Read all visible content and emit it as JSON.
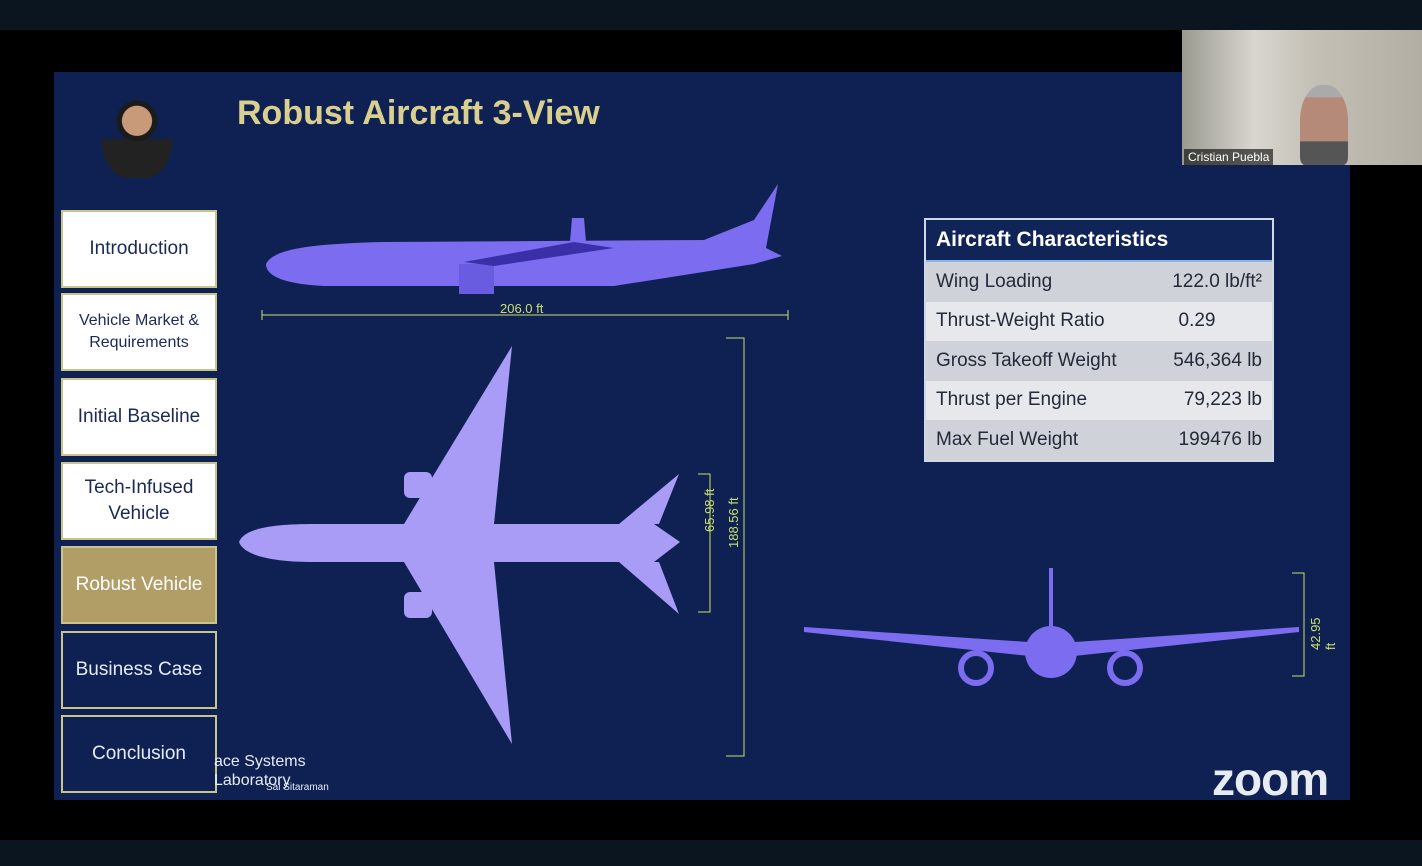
{
  "slide": {
    "title": "Robust Aircraft 3-View",
    "nav": [
      {
        "label": "Introduction"
      },
      {
        "label": "Vehicle Market & Requirements"
      },
      {
        "label": "Initial Baseline"
      },
      {
        "label": "Tech-Infused Vehicle"
      },
      {
        "label": "Robust Vehicle"
      },
      {
        "label": "Business Case"
      },
      {
        "label": "Conclusion"
      }
    ],
    "footer": {
      "lab_line1": "ace Systems",
      "lab_line2": "Laboratory",
      "presenter": "Sai Sitaraman"
    },
    "table": {
      "header": "Aircraft Characteristics",
      "rows": [
        {
          "label": "Wing Loading",
          "value": "122.0 lb/ft²"
        },
        {
          "label": "Thrust-Weight Ratio",
          "value": "0.29"
        },
        {
          "label": "Gross Takeoff Weight",
          "value": "546,364 lb"
        },
        {
          "label": "Thrust per Engine",
          "value": "79,223 lb"
        },
        {
          "label": "Max Fuel Weight",
          "value": "199476 lb"
        }
      ]
    },
    "dims": {
      "length": "206.0 ft",
      "span": "188.56 ft",
      "tail_span": "65.98 ft",
      "height": "42.95 ft"
    }
  },
  "participant": {
    "name": "Cristian Puebla"
  },
  "brand": "zoom",
  "colors": {
    "slide_bg": "#0f2152",
    "title": "#d9d08f",
    "aircraft": "#7b6cf0",
    "dimension": "#c9e06c",
    "active_nav": "#b19d66"
  }
}
